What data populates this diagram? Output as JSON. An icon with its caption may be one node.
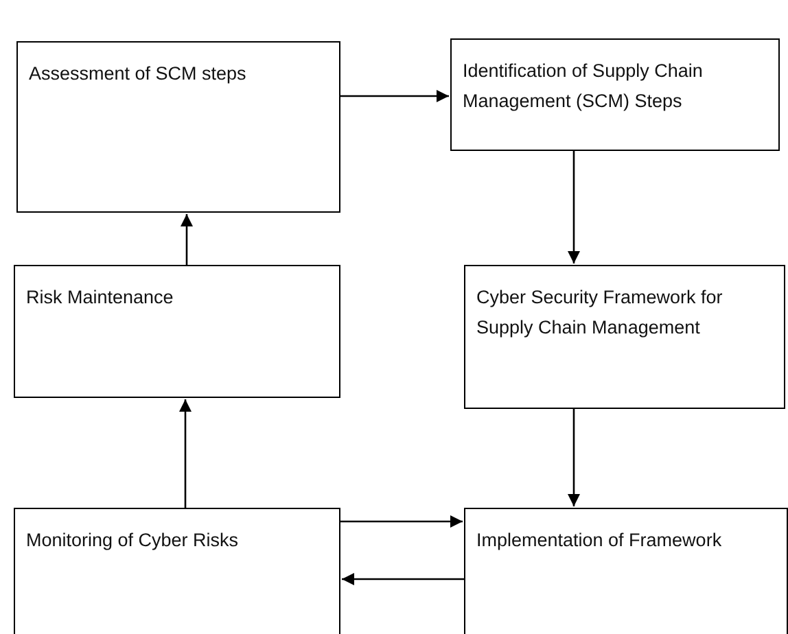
{
  "diagram": {
    "nodes": [
      {
        "text": [
          "Assessment of SCM steps"
        ]
      },
      {
        "text": [
          "Identification of Supply Chain Management (SCM) Steps"
        ]
      },
      {
        "text": [
          "Risk Maintenance"
        ]
      },
      {
        "text": [
          "Cyber Security Framework for Supply Chain Management"
        ]
      },
      {
        "text": [
          "Monitoring of Cyber Risks"
        ]
      },
      {
        "text": [
          "Implementation of Framework"
        ]
      }
    ],
    "edges": [
      {
        "from": 0,
        "to": 1,
        "arrow": "to"
      },
      {
        "from": 1,
        "to": 3,
        "arrow": "to"
      },
      {
        "from": 3,
        "to": 5,
        "arrow": "to"
      },
      {
        "from": 4,
        "to": 5,
        "arrow": "to"
      },
      {
        "from": 5,
        "to": 4,
        "arrow": "to"
      },
      {
        "from": 4,
        "to": 2,
        "arrow": "to"
      },
      {
        "from": 2,
        "to": 0,
        "arrow": "to"
      }
    ]
  }
}
